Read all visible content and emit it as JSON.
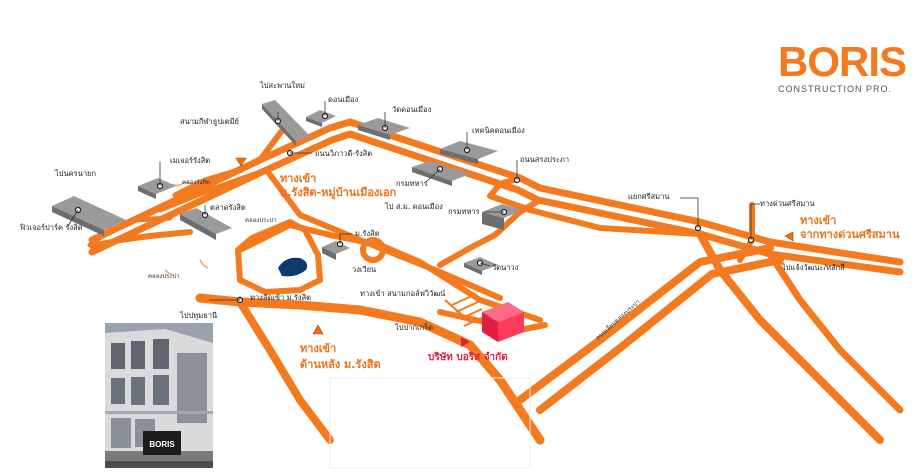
{
  "colors": {
    "road": "#f47a20",
    "road_light": "#f9a45e",
    "building_top": "#9a9a9a",
    "building_side": "#6e6e6e",
    "company": "#ff3b5c",
    "lake": "#0f3a6b",
    "label": "#222222",
    "entrance_text": "#e8731a"
  },
  "logo": {
    "brand": "BORIS",
    "subtitle": "CONSTRUCTION PRO."
  },
  "labels": {
    "to_donmueang": "ไปสะพานใหม่",
    "donmueang": "ดอนเมือง",
    "watdonmueang": "วัดดอนเมือง",
    "techno_donmueang": "เทคนิคดอนเมือง",
    "stadium": "สนามกีฬาธูปเตมีย์",
    "vibhavadi": "ถนนวิภาวดี-รังสิต",
    "songprapa": "ถนนสรงประภา",
    "future_park": "ฟิวเจอร์ปาร์ค รังสิต",
    "to_nakhonnayok": "ไปนครนายก",
    "major_rangsit": "เมเจอร์รังสิต",
    "rangsit_canal": "คลองรังสิต",
    "rangsit_market": "ตลาดรังสิต",
    "prapa_canal": "คลองประปา",
    "korsorsor": "กรมทหาร",
    "to_airbase": "ไป ส.ม. ดอนเมือง",
    "airforce": "กรมทหาร",
    "rangsit_univ": "ม.รังสิต",
    "roundabout": "วงเวียน",
    "watsanam": "วัดนาวง",
    "prapa_canal2": "คลองประปา",
    "entrance_stadium": "ทางเข้า สนามกอล์ฟวิวัฒน์",
    "to_pakkret": "ไปปากเกร็ด",
    "to_pathumthani": "ไปปทุมธานี",
    "entrance_back_rangsit_small": "ทางลัดเข้า ม.รังสิต",
    "klong_prapa_road": "ถนนเลียบคลองประปา",
    "sri_samarn": "แยกศรีสมาน",
    "expressway_sri_samarn": "ทางด่วนศรีสมาน",
    "to_chaeng_wattana": "ไปแจ้งวัฒนะ/หลักสี่"
  },
  "entrances": {
    "main_line1": "ทางเข้า",
    "main_line2": "ม.รังสิต-หมู่บ้านเมืองเอก",
    "back_line1": "ทางเข้า",
    "back_line2": "ด้านหลัง ม.รังสิต",
    "expressway_line1": "ทางเข้า",
    "expressway_line2": "จากทางด่วนศรีสมาน"
  },
  "company": {
    "name": "บริษัท บอริส จำกัด"
  },
  "photo": {
    "sign_text": "BORIS"
  }
}
